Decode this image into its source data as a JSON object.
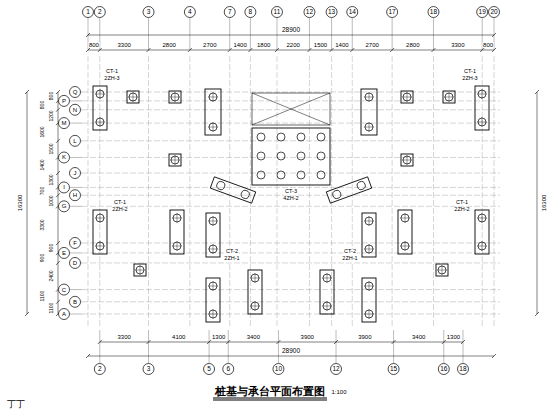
{
  "diagram": {
    "title": "桩基与承台平面布置图",
    "labels": [
      "1",
      "2",
      "3",
      "4",
      "7",
      "8",
      "11",
      "12",
      "13",
      "14",
      "17",
      "18",
      "19",
      "20",
      "800",
      "3300",
      "2800",
      "2700",
      "1400",
      "1800",
      "2200",
      "1500",
      "1400",
      "2700",
      "2800",
      "3300",
      "800",
      "28900",
      "Q",
      "P",
      "N",
      "M",
      "L",
      "K",
      "J",
      "I",
      "H",
      "G",
      "F",
      "E",
      "D",
      "C",
      "B",
      "A",
      "800",
      "800",
      "1200",
      "1600",
      "1500",
      "1400",
      "1300",
      "700",
      "1000",
      "3300",
      "900",
      "900",
      "2400",
      "1100",
      "1100",
      "16300",
      "2",
      "3",
      "5",
      "6",
      "10",
      "12",
      "15",
      "16",
      "18",
      "3300",
      "4100",
      "1300",
      "3400",
      "3900",
      "3900",
      "3400",
      "1300",
      "28900",
      "16300",
      "1:100",
      "丁丁",
      "CT-1",
      "2ZH-3",
      "CT-1",
      "2ZH-3",
      "CT-2",
      "2ZH-1",
      "CT-2",
      "2ZH-1",
      "CT-3",
      "4ZH-2",
      "CT-1",
      "2ZH-2",
      "CT-1",
      "2ZH-2"
    ]
  }
}
